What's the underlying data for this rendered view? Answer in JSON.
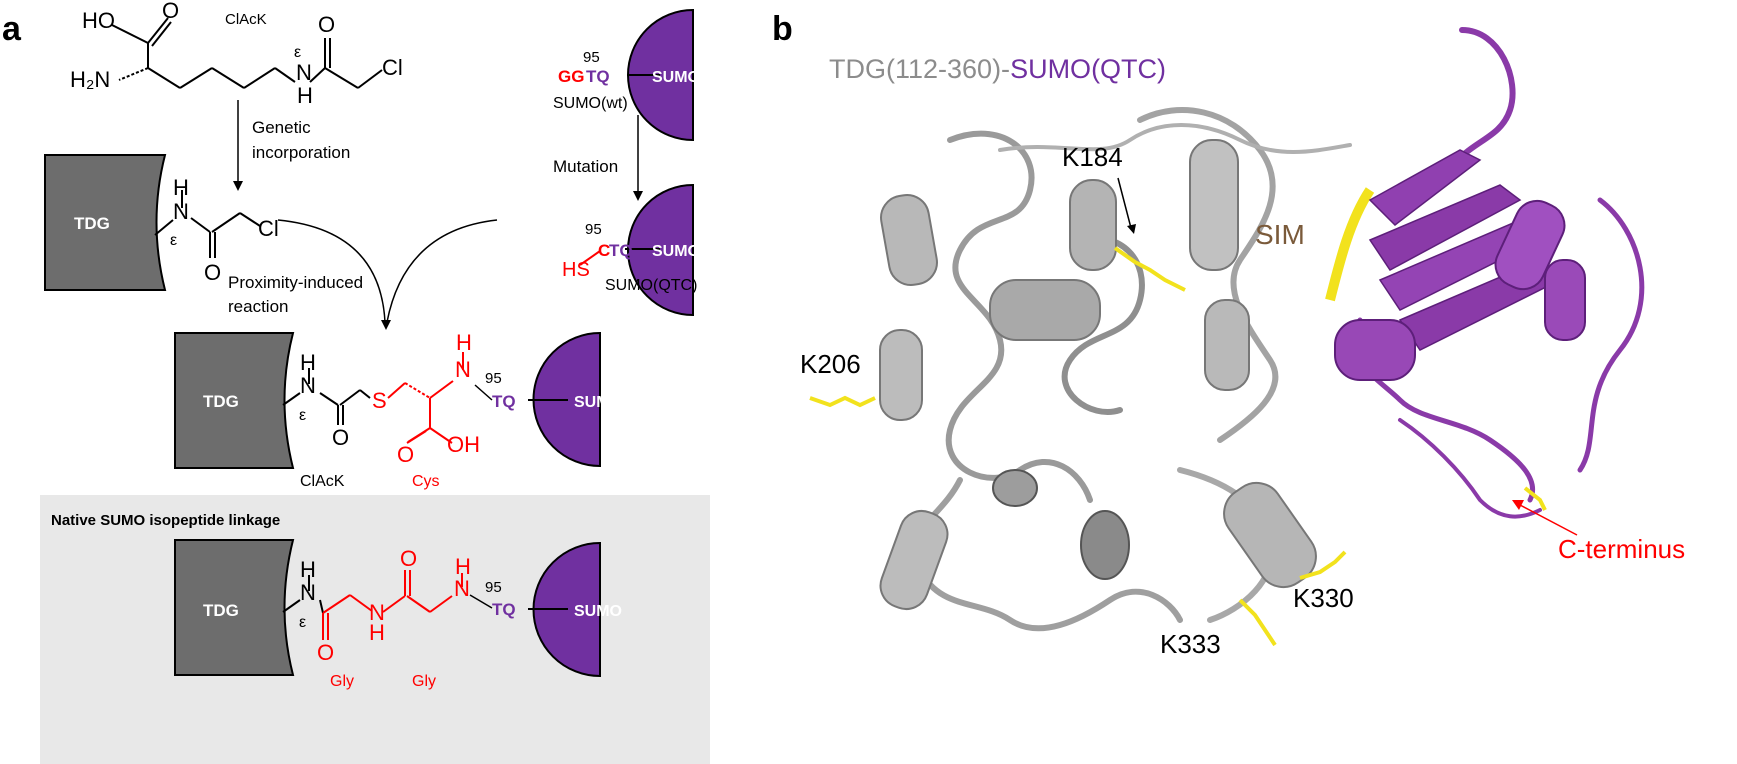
{
  "panel_a": {
    "letter": "a",
    "clack": {
      "name": "ClAcK",
      "ho": "HO",
      "o": "O",
      "h2n": "H₂N",
      "epsilon": "ε",
      "n": "N",
      "h": "H",
      "o2": "O",
      "cl": "Cl"
    },
    "arrow_genetic_label_1": "Genetic",
    "arrow_genetic_label_2": "incorporation",
    "sumo_wt": {
      "residue_number": "95",
      "gg": "GG",
      "tq": "TQ",
      "label": "SUMO",
      "caption": "SUMO(wt)"
    },
    "arrow_mutation_label": "Mutation",
    "sumo_qtc": {
      "residue_number": "95",
      "c": "C",
      "tq": "TQ",
      "label": "SUMO",
      "hs": "HS",
      "caption": "SUMO(QTC)"
    },
    "tdg_intermediate": {
      "label": "TDG",
      "h": "H",
      "n": "N",
      "epsilon": "ε",
      "o": "O",
      "cl": "Cl"
    },
    "reaction_label_1": "Proximity-induced",
    "reaction_label_2": "reaction",
    "product": {
      "tdg_label": "TDG",
      "h": "H",
      "n": "N",
      "epsilon": "ε",
      "o": "O",
      "s": "S",
      "h2": "H",
      "n2": "N",
      "residue_number": "95",
      "tq": "TQ",
      "oh": "OH",
      "o2": "O",
      "sumo_label": "SUMO",
      "clack_caption": "ClAcK",
      "cys_caption": "Cys"
    },
    "native": {
      "title": "Native SUMO isopeptide linkage",
      "tdg_label": "TDG",
      "h": "H",
      "n": "N",
      "epsilon": "ε",
      "o1": "O",
      "n2": "N",
      "h2": "H",
      "o2": "O",
      "h3": "H",
      "n3": "N",
      "residue_number": "95",
      "tq": "TQ",
      "sumo_label": "SUMO",
      "gly1": "Gly",
      "gly2": "Gly"
    }
  },
  "panel_b": {
    "letter": "b",
    "title_tdg": "TDG(112-360)-",
    "title_sumo": "SUMO(QTC)",
    "k184": "K184",
    "k206": "K206",
    "k330": "K330",
    "k333": "K333",
    "sim": "SIM",
    "c_terminus": "C-terminus"
  },
  "colors": {
    "tdg_gray": "#6d6d6d",
    "sumo_purple": "#7030a0",
    "red": "#ff0000",
    "protein_gray": "#b5b5b5",
    "purple_ribbon": "#8a3aa8",
    "yellow": "#f2e21d",
    "sim_text": "#7a5a3a",
    "title_gray": "#8c8c8c",
    "native_box": "#e8e8e8"
  }
}
